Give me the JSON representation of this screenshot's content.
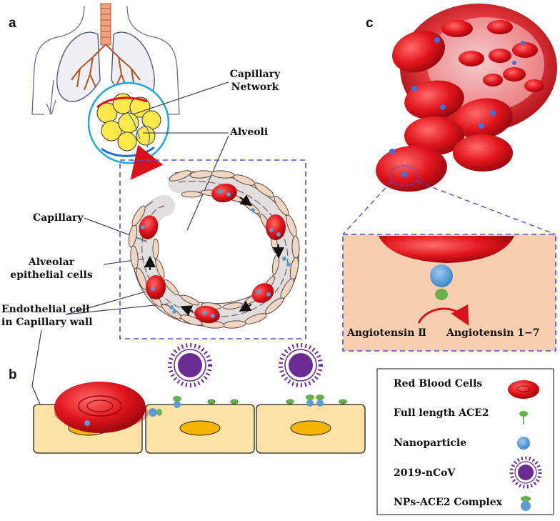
{
  "panels": {
    "a": "a",
    "b": "b",
    "c": "c"
  },
  "labels": {
    "capillary_network": "Capillary Network",
    "alveoli": "Alveoli",
    "capillary": "Capillary",
    "alveolar_epithelial_cells": "Alveolar epithelial cells",
    "endothelial_cell": "Endothelial cell in Capillary wall"
  },
  "reaction": {
    "substrate": "Angiotensin Ⅱ",
    "product": "Angiotensin 1−7"
  },
  "legend": {
    "items": [
      {
        "label": "Red Blood Cells",
        "icon": "red-blood-cell-icon"
      },
      {
        "label": "Full length ACE2",
        "icon": "ace2-receptor-icon"
      },
      {
        "label": "Nanoparticle",
        "icon": "nanoparticle-icon"
      },
      {
        "label": "2019-nCoV",
        "icon": "coronavirus-icon"
      },
      {
        "label": "NPs-ACE2 Complex",
        "icon": "nps-ace2-complex-icon"
      }
    ]
  },
  "colors": {
    "rbc": "#e0151b",
    "rbc_dark": "#9b0a10",
    "nanoparticle": "#5b9bd5",
    "ace2": "#6ab04c",
    "virus": "#6a2c91",
    "cell_fill": "#fbe3a5",
    "nucleus": "#f7b500",
    "inset_bg": "#f7cfb0",
    "dash_blue": "#4d4dd6",
    "circle_blue": "#1fa7df"
  }
}
